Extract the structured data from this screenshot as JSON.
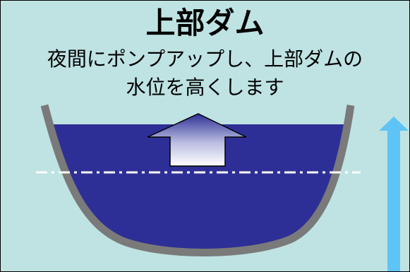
{
  "diagram": {
    "title": "上部ダム",
    "caption_line1": "夜間にポンプアップし、上部ダムの",
    "caption_line2": "水位を高くします",
    "colors": {
      "background": "#bfe3e3",
      "water": "#2e2f96",
      "dam_wall": "#7a7a7a",
      "level_line": "#ffffff",
      "side_arrow": "#5ec4f5",
      "up_arrow_top": "#2e2f96",
      "up_arrow_bottom": "#ffffff"
    },
    "icons": {
      "up_arrow": "water-rise-arrow-icon",
      "side_arrow": "level-up-arrow-icon"
    }
  }
}
